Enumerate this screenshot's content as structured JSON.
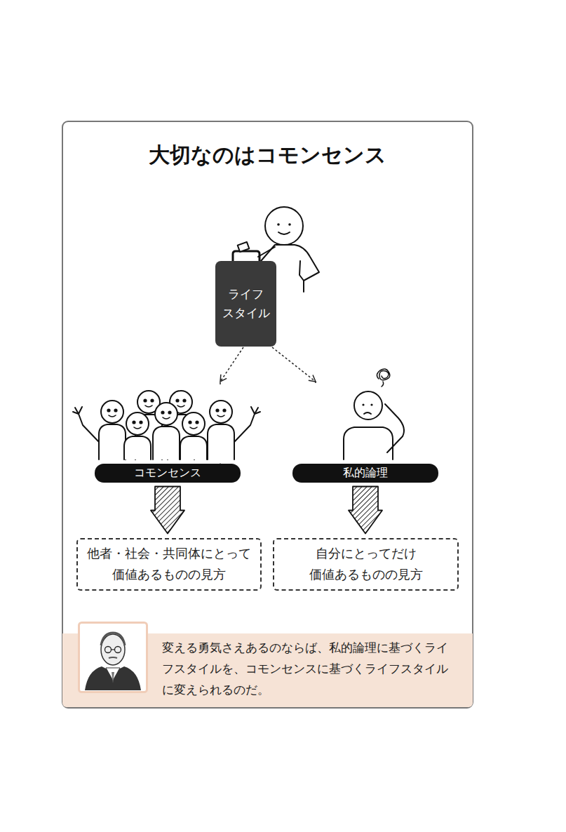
{
  "diagram": {
    "title": "大切なのはコモンセンス",
    "nodes": [
      {
        "text": [
          "ライフ スタイル"
        ]
      },
      {
        "text": [
          "コモンセンス"
        ]
      },
      {
        "text": [
          "私的論理"
        ]
      },
      {
        "text": [
          "他者・社会・共同体にとって 価値あるものの見方"
        ]
      },
      {
        "text": [
          "自分にとってだけ 価値あるものの見方"
        ]
      },
      {
        "text": [
          "変える勇気さえあるのならば、私的論理に基づくライフスタイルを、コモンセンスに基づくライフスタイルに変えられるのだ。"
        ]
      }
    ],
    "edges": [
      {
        "from": 0,
        "to": 1,
        "arrow": "to"
      },
      {
        "from": 0,
        "to": 2,
        "arrow": "to"
      },
      {
        "from": 1,
        "to": 3,
        "arrow": "to"
      },
      {
        "from": 2,
        "to": 4,
        "arrow": "to"
      }
    ]
  }
}
